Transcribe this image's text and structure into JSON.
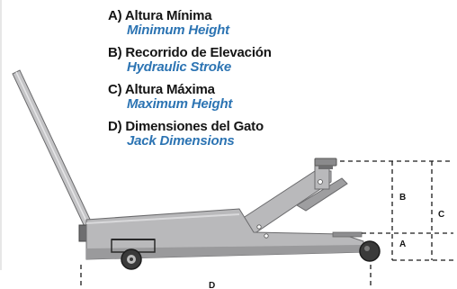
{
  "legend": [
    {
      "es": "A) Altura Mínima",
      "en": "Minimum Height"
    },
    {
      "es": "B) Recorrido de Elevación",
      "en": "Hydraulic Stroke"
    },
    {
      "es": "C) Altura Máxima",
      "en": "Maximum Height"
    },
    {
      "es": "D) Dimensiones del Gato",
      "en": "Jack Dimensions"
    }
  ],
  "dimension_labels": {
    "a": "A",
    "b": "B",
    "c": "C",
    "d": "D"
  },
  "colors": {
    "english_text": "#2c74b3",
    "jack_body": "#b9b9bb",
    "jack_dark": "#8a8a8c",
    "wheels": "#3a3a3a"
  }
}
